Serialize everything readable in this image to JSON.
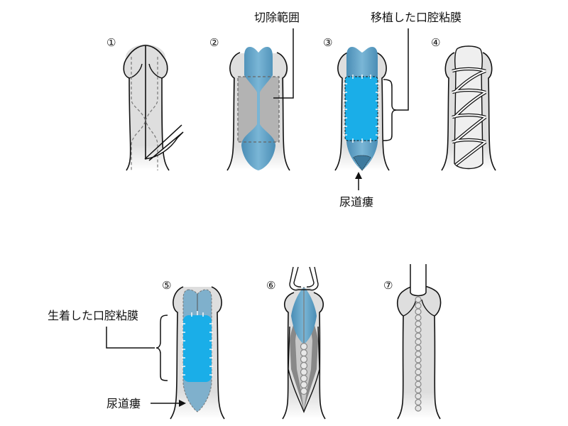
{
  "figure": {
    "steps": [
      {
        "number": "①"
      },
      {
        "number": "②",
        "label": "切除範囲"
      },
      {
        "number": "③",
        "label": "移植した口腔粘膜",
        "bottom_label": "尿道瘻"
      },
      {
        "number": "④"
      },
      {
        "number": "⑤",
        "label": "生着した口腔粘膜",
        "bottom_label": "尿道瘻"
      },
      {
        "number": "⑥"
      },
      {
        "number": "⑦"
      }
    ],
    "colors": {
      "skin": "#dedede",
      "skin_light": "#ececec",
      "urethra": "#5a9bc0",
      "graft": "#1aaee8",
      "dark_gray": "#888888",
      "outline": "#111111"
    }
  }
}
